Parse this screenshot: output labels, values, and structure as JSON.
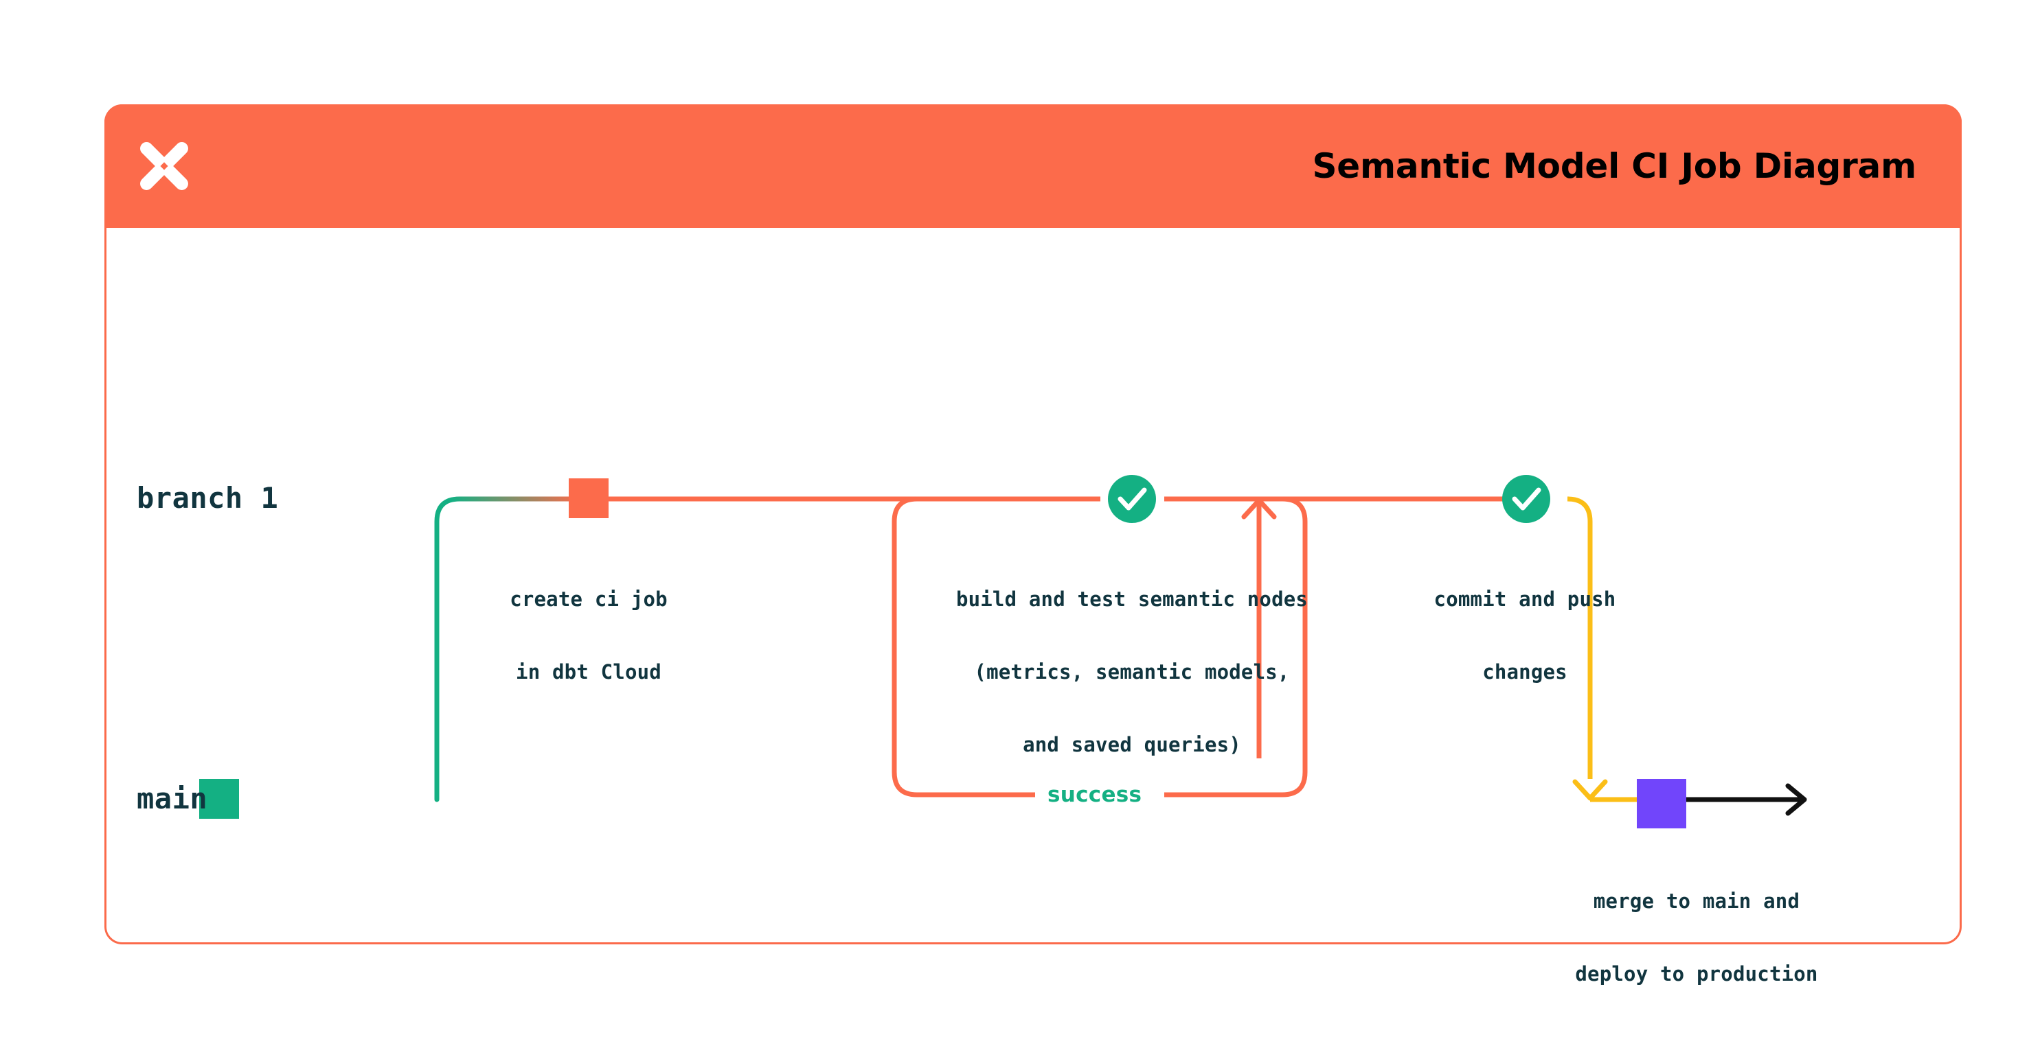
{
  "header": {
    "title": "Semantic Model CI Job Diagram",
    "logo_icon": "dbt-logo-icon",
    "background_color": "#FC6B4B",
    "title_color": "#000000"
  },
  "card": {
    "border_color": "#FB6A4A",
    "background_color": "#FFFFFF"
  },
  "diagram": {
    "type": "git-branch-flow",
    "branches": [
      {
        "name": "branch 1",
        "lane": "top",
        "line_color_start": "#14B083",
        "line_color_mid": "#FC6B4B",
        "line_color_end": "#FBBE17"
      },
      {
        "name": "main",
        "lane": "bottom",
        "line_color": "#14B083",
        "node_color": "#14B083",
        "node_shape": "square"
      }
    ],
    "nodes": [
      {
        "id": "create-ci-job",
        "marker": "square",
        "marker_color": "#FC6B4B",
        "label_line_1": "create ci job",
        "label_line_2": "in dbt Cloud",
        "lane": "branch 1"
      },
      {
        "id": "build-and-test",
        "marker": "check-circle",
        "marker_color": "#14B083",
        "label_line_1": "build and test semantic nodes",
        "label_line_2": "(metrics, semantic models,",
        "label_line_3": "and saved queries)",
        "loop_label": "success",
        "loop_label_color": "#14B083",
        "loop_border_color": "#FC6B4B",
        "lane": "branch 1"
      },
      {
        "id": "commit-and-push",
        "marker": "check-circle",
        "marker_color": "#14B083",
        "label_line_1": "commit and push",
        "label_line_2": "changes",
        "lane": "branch 1"
      },
      {
        "id": "merge-to-main",
        "marker": "square",
        "marker_color": "#7145FB",
        "label_line_1": "merge to main and",
        "label_line_2": "deploy to production",
        "lane": "main"
      }
    ],
    "connectors": [
      {
        "id": "branch-off",
        "from": "main",
        "to": "branch 1",
        "color_start": "#14B083",
        "color_end": "#FC6B4B"
      },
      {
        "id": "success-loop",
        "from": "build-and-test",
        "to": "build-and-test",
        "label": "success",
        "color": "#FC6B4B",
        "arrow": "up"
      },
      {
        "id": "merge-down",
        "from": "branch 1",
        "to": "main",
        "color": "#FBBE17",
        "arrow": "down"
      },
      {
        "id": "production-arrow",
        "from": "merge-to-main",
        "to": "production",
        "color": "#000000",
        "arrow": "right"
      }
    ],
    "text_color": "#11353F"
  }
}
